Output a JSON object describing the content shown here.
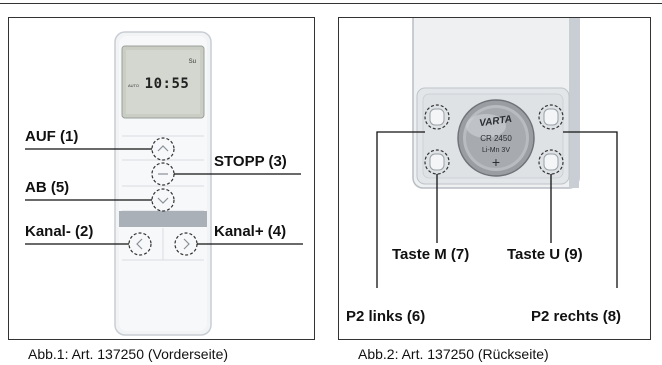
{
  "figure1": {
    "caption": "Abb.1: Art. 137250 (Vorderseite)",
    "display": {
      "time": "10:55",
      "mode": "AUTO",
      "day": "Su"
    },
    "labels": {
      "auf": "AUF (1)",
      "stopp": "STOPP (3)",
      "ab": "AB (5)",
      "kanal_minus": "Kanal- (2)",
      "kanal_plus": "Kanal+ (4)"
    }
  },
  "figure2": {
    "caption": "Abb.2: Art. 137250 (Rückseite)",
    "battery": {
      "brand": "VARTA",
      "model": "CR 2450",
      "chemistry": "Li-Mn",
      "voltage": "3V",
      "polarity": "+"
    },
    "labels": {
      "taste_m": "Taste M (7)",
      "taste_u": "Taste U (9)",
      "p2_links": "P2 links (6)",
      "p2_rechts": "P2 rechts (8)"
    }
  }
}
